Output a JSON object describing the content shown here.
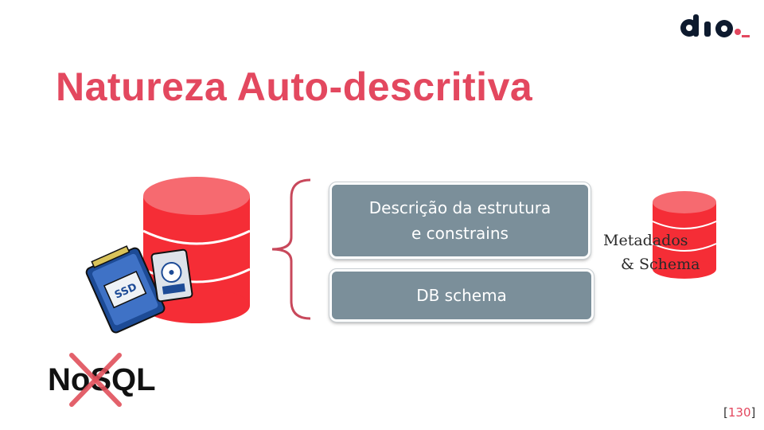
{
  "logo": {
    "text": "dio",
    "accent": "._"
  },
  "title": "Natureza Auto-descritiva",
  "diagram": {
    "boxes": [
      {
        "label": "Descrição da estrutura\ne constrains"
      },
      {
        "label": "DB schema"
      }
    ],
    "ssd_label": "SSD",
    "metadata_label_line1": "Metadados",
    "metadata_label_line2": "& Schema"
  },
  "nosql": {
    "label": "NoSQL",
    "crossed": true
  },
  "page_number": "130",
  "colors": {
    "accent": "#e3485f",
    "database": "#f52d36",
    "box": "#7b8f9a"
  }
}
